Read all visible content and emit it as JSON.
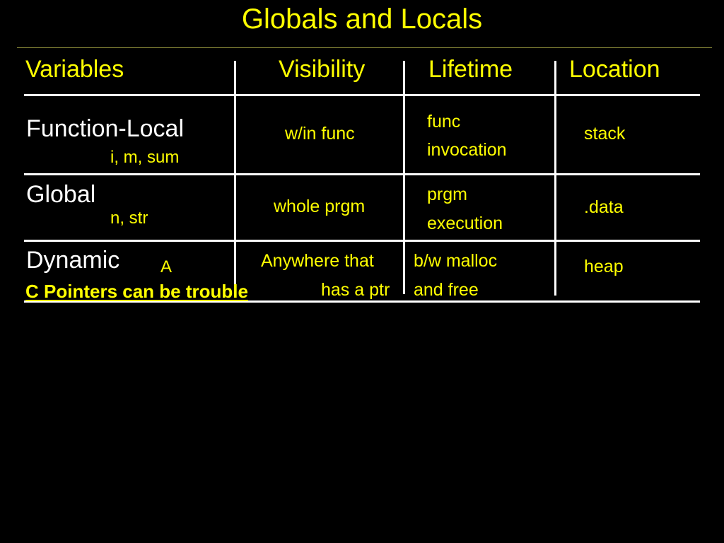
{
  "slide": {
    "title": "Globals and Locals",
    "colors": {
      "background": "#000000",
      "accent": "#ffff00",
      "rule": "#ffffff"
    }
  },
  "table": {
    "headers": {
      "variables": "Variables",
      "visibility": "Visibility",
      "lifetime": "Lifetime",
      "location": "Location"
    },
    "rows": [
      {
        "label": "Function-Local",
        "examples": "i, m, sum",
        "visibility": "w/in func",
        "lifetime_line1": "func",
        "lifetime_line2": "invocation",
        "location": "stack"
      },
      {
        "label": "Global",
        "examples": "n, str",
        "visibility": "whole prgm",
        "lifetime_line1": "prgm",
        "lifetime_line2": "execution",
        "location": ".data"
      },
      {
        "label": "Dynamic",
        "examples": "A",
        "visibility_line1": "Anywhere that",
        "visibility_line2": "has a ptr",
        "lifetime_line1": "b/w malloc",
        "lifetime_line2": "and free",
        "location": "heap"
      }
    ]
  },
  "note": "C Pointers can be trouble"
}
